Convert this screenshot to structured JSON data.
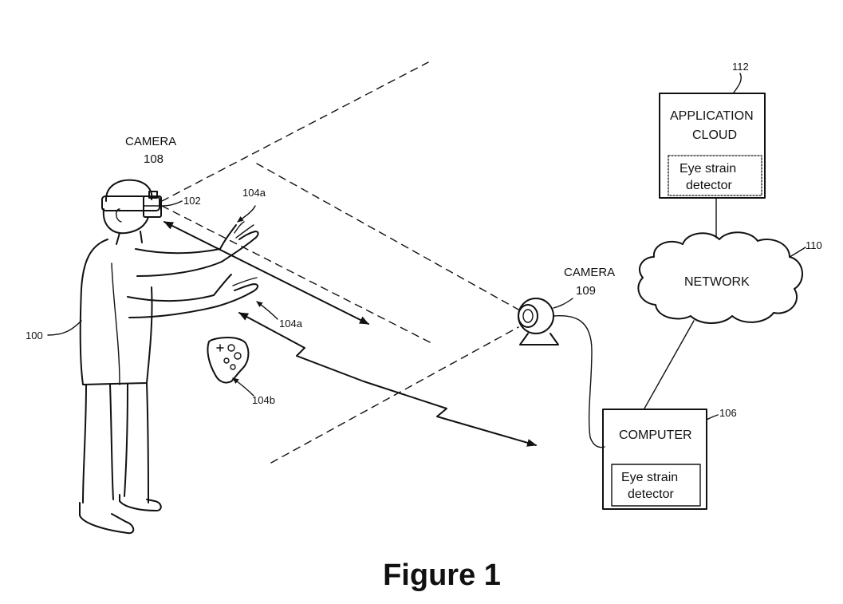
{
  "labels": {
    "camera_head_title": "CAMERA",
    "camera_head_ref": "108",
    "hmd_ref": "102",
    "hand_ref_top": "104a",
    "hand_ref_mid": "104a",
    "controller_ref": "104b",
    "user_ref": "100",
    "camera_external_title": "CAMERA",
    "camera_external_ref": "109",
    "network_label": "NETWORK",
    "network_ref": "110",
    "cloud_ref": "112",
    "cloud_title_line1": "APPLICATION",
    "cloud_title_line2": "CLOUD",
    "cloud_detector_line1": "Eye strain",
    "cloud_detector_line2": "detector",
    "computer_ref": "106",
    "computer_title": "COMPUTER",
    "computer_detector_line1": "Eye strain",
    "computer_detector_line2": "detector"
  },
  "caption": "Figure 1"
}
